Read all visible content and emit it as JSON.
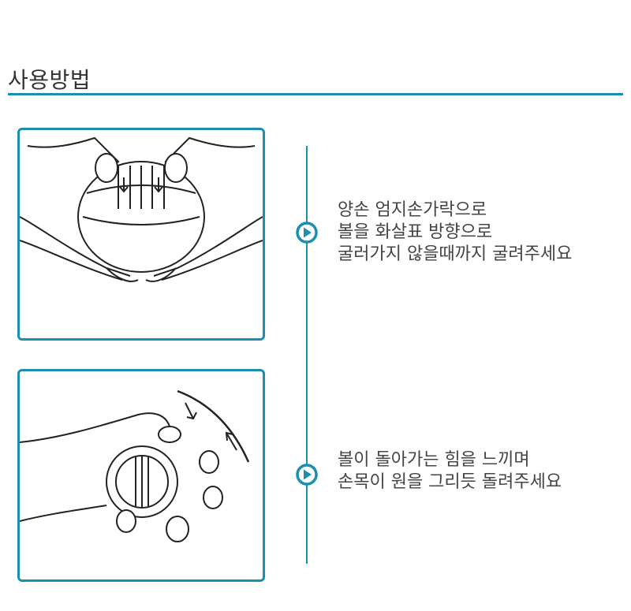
{
  "title": "사용방법",
  "accent_color": "#1a8fb0",
  "steps": [
    {
      "lines": [
        "양손 엄지손가락으로",
        "볼을 화살표 방향으로",
        "굴러가지 않을때까지 굴려주세요"
      ],
      "icon": "play-circle-icon"
    },
    {
      "lines": [
        "볼이 돌아가는 힘을 느끼며",
        "손목이 원을 그리듯 돌려주세요"
      ],
      "icon": "play-circle-icon"
    }
  ]
}
